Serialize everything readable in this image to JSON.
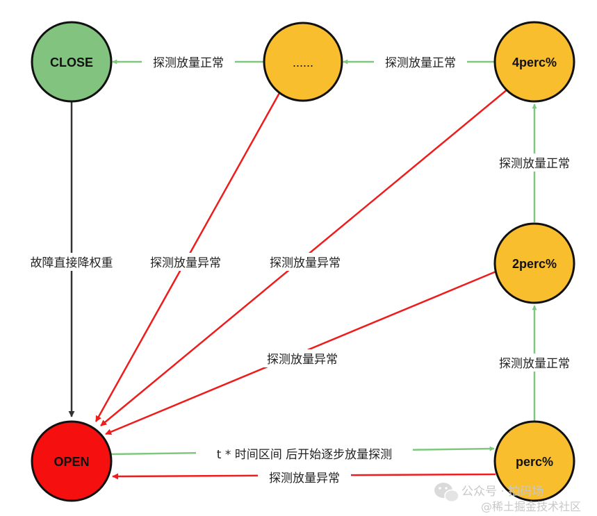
{
  "colors": {
    "close_fill": "#82c47f",
    "half_fill": "#f8be2e",
    "open_fill": "#f50f0f",
    "normal_edge": "#7fc77f",
    "abnormal_edge": "#ee1c1c",
    "weight_edge": "#333333"
  },
  "nodes": {
    "close": "CLOSE",
    "ellipsis": "......",
    "p4": "4perc%",
    "p2": "2perc%",
    "p1": "perc%",
    "open": "OPEN"
  },
  "edges": {
    "ellipsis_to_close": "探测放量正常",
    "p4_to_ellipsis": "探测放量正常",
    "p2_to_p4": "探测放量正常",
    "p1_to_p2": "探测放量正常",
    "close_to_open": "故障直接降权重",
    "ellipsis_to_open": "探测放量异常",
    "p4_to_open": "探测放量异常",
    "p2_to_open": "探测放量异常",
    "open_to_p1": "t * 时间区间 后开始逐步放量探测",
    "p1_to_open": "探测放量异常"
  },
  "watermark": {
    "line1": "公众号 · 拍码场",
    "line2": "@稀土掘金技术社区",
    "icon": "wechat-icon"
  }
}
